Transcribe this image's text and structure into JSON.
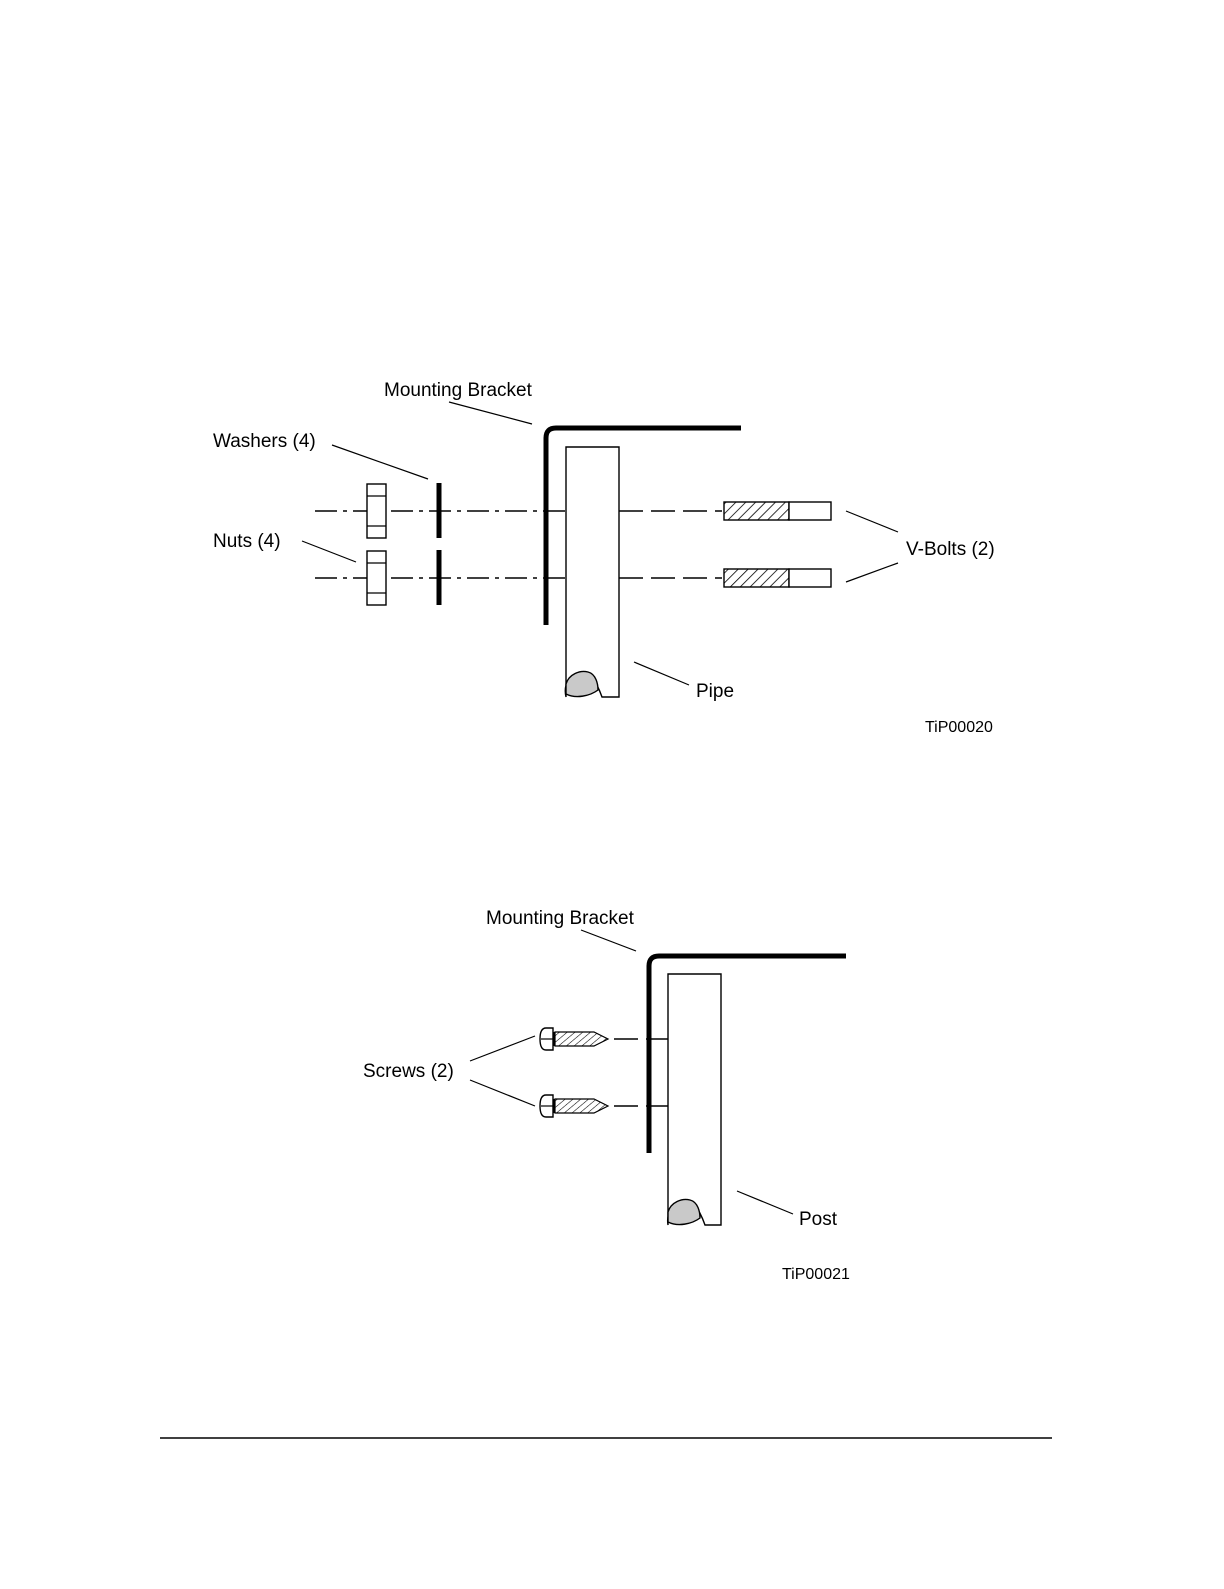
{
  "figure_pipe": {
    "bracket_label": "Mounting Bracket",
    "washers_label": "Washers (4)",
    "nuts_label": "Nuts (4)",
    "vbolts_label": "V-Bolts (2)",
    "pipe_label": "Pipe",
    "figure_code": "TiP00020"
  },
  "figure_post": {
    "bracket_label": "Mounting Bracket",
    "screws_label": "Screws (2)",
    "post_label": "Post",
    "figure_code": "TiP00021"
  },
  "colors": {
    "line": "#000000",
    "pipe_section": "#c9c9c9",
    "background": "#ffffff"
  }
}
